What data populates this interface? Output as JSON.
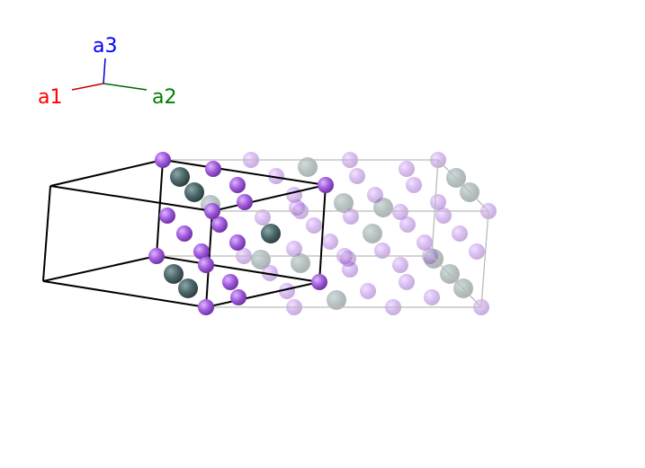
{
  "axes": {
    "a1": {
      "label": "a1",
      "color": "#ff0000"
    },
    "a2": {
      "label": "a2",
      "color": "#008000"
    },
    "a3": {
      "label": "a3",
      "color": "#0000ff"
    }
  },
  "colors": {
    "species_purple": "#a45ee0",
    "species_grey": "#4f6b6d",
    "unit_cell": "#000000",
    "supercell": "#bbbbbb"
  }
}
